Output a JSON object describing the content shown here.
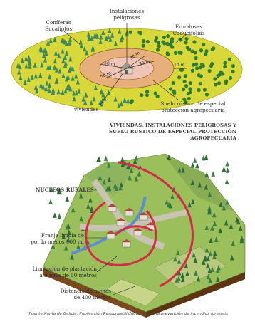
{
  "top_diagram": {
    "label_coniferas": "Coníferas\nEucaliptos",
    "label_instalaciones": "Instalaciones\npeligrosas",
    "label_frondosas": "Frondosas\nCaducifolias",
    "label_viviendas": "viviendas",
    "label_suelo": "Suelo rústico de especial\nprotección agropecuaria",
    "distances": [
      "50 m",
      "50 m",
      "30 m",
      "30 m",
      "10 m"
    ],
    "heading": "VIVIENDAS, INSTALACIONES PELIGROSAS Y\nSUELO RUSTICO DE ESPECIAL PROTECCIÓN\nAGROPECUARIA"
  },
  "bottom_diagram": {
    "heading": "NUCLEOS RURALES",
    "label_franja": "Franja limpia de\npor lo menos 100 m.",
    "label_limitacion": "Limitación de plantación\na menos de 50 metros",
    "label_distancia": "Distancia de menos\nde 400 metros"
  },
  "footnote": "*Fuente Xunta de Galicia: Publicación Responsabilidades legais na prevención de incendios forestais",
  "colors": {
    "yellow_ring": "#d8d83a",
    "orange_zone": "#e7b07a",
    "pink_core": "#efc6b6",
    "conifer": "#3c8a5c",
    "deciduous": "#2f7d34",
    "red_line": "#d62a4a",
    "ground": "#6b3d16"
  }
}
